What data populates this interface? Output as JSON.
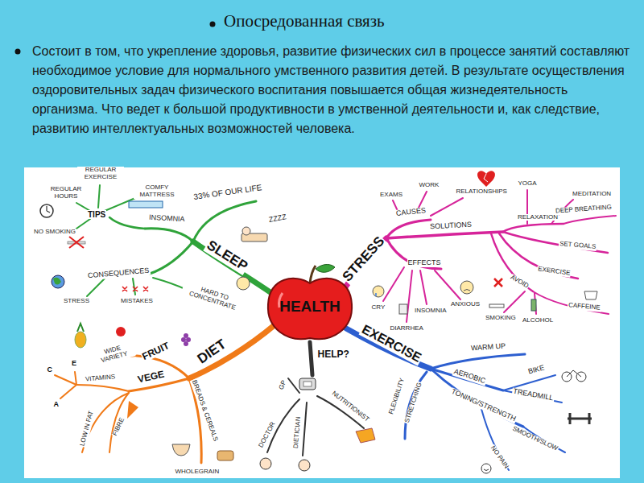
{
  "diagram": {
    "title": "Опосредованная связь",
    "nodes": [
      {
        "text": [
          "HEALTH"
        ]
      }
    ],
    "labels": [
      "Состоит в том, что укрепление здоровья, развитие физических сил в процессе занятий составляют необходимое условие для нормального умственного развития детей. В результате осуществления оздоровительных задач физического воспитания повышается общая жизнедеятельность организма. Что ведет к большой продуктивности в умственной деятельности и, как следствие, развитию интеллектуальных возможностей человека.",
      "SLEEP",
      "33% OF OUR LIFE",
      "ZZZZ",
      "INSOMNIA",
      "TIPS",
      "REGULAR HOURS",
      "REGULAR EXERCISE",
      "COMFY MATTRESS",
      "NO SMOKING",
      "CONSEQUENCES",
      "STRESS",
      "MISTAKES",
      "HARD TO CONCENTRATE",
      "STRESS",
      "CAUSES",
      "EXAMS",
      "WORK",
      "RELATIONSHIPS",
      "SOLUTIONS",
      "YOGA",
      "MEDITATION",
      "RELAXATION",
      "DEEP BREATHING",
      "SET GOALS",
      "EXERCISE",
      "AVOID",
      "CAFFEINE",
      "SMOKING",
      "ALCOHOL",
      "EFFECTS",
      "CRY",
      "ANXIOUS",
      "INSOMNIA",
      "DIARRHEA",
      "EXERCISE",
      "WARM UP",
      "AEROBIC",
      "BIKE",
      "TREADMILL",
      "TONING/STRENGTH",
      "SMOOTH/SLOW",
      "NO PAIN",
      "FLEXIBILITY",
      "STRETCHING",
      "HELP?",
      "GP",
      "DOCTOR",
      "DIETICIAN",
      "NUTRITIONIST",
      "DIET",
      "FRUIT",
      "WIDE VARIETY",
      "VEGE",
      "VITAMINS",
      "C",
      "E",
      "A",
      "LOW IN FAT",
      "FIBRE",
      "BREADS & CEREALS",
      "WHOLEGRAIN"
    ]
  }
}
